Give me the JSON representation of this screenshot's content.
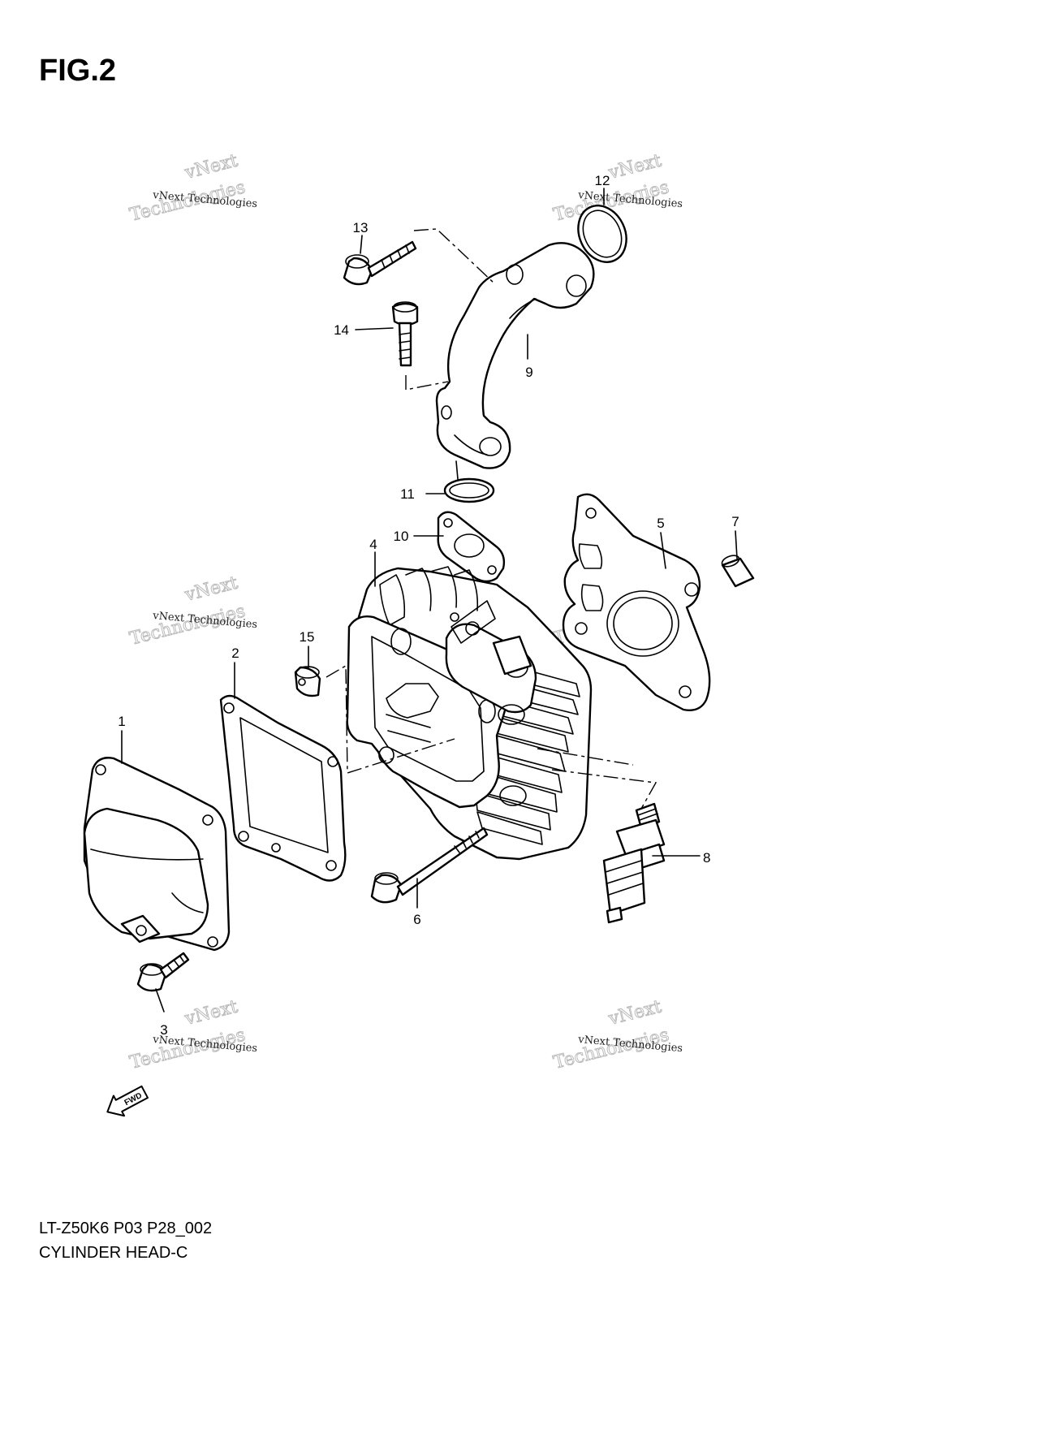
{
  "figure": {
    "title": "FIG.2",
    "model_code": "LT-Z50K6 P03 P28_002",
    "name": "CYLINDER HEAD-C"
  },
  "callouts": [
    "1",
    "2",
    "3",
    "4",
    "5",
    "6",
    "7",
    "8",
    "9",
    "10",
    "11",
    "12",
    "13",
    "14",
    "15"
  ],
  "watermark": {
    "small": "vNext Technologies",
    "big_line1": "vNext",
    "big_line2": "Technologies"
  },
  "fwd_label": "FWD"
}
